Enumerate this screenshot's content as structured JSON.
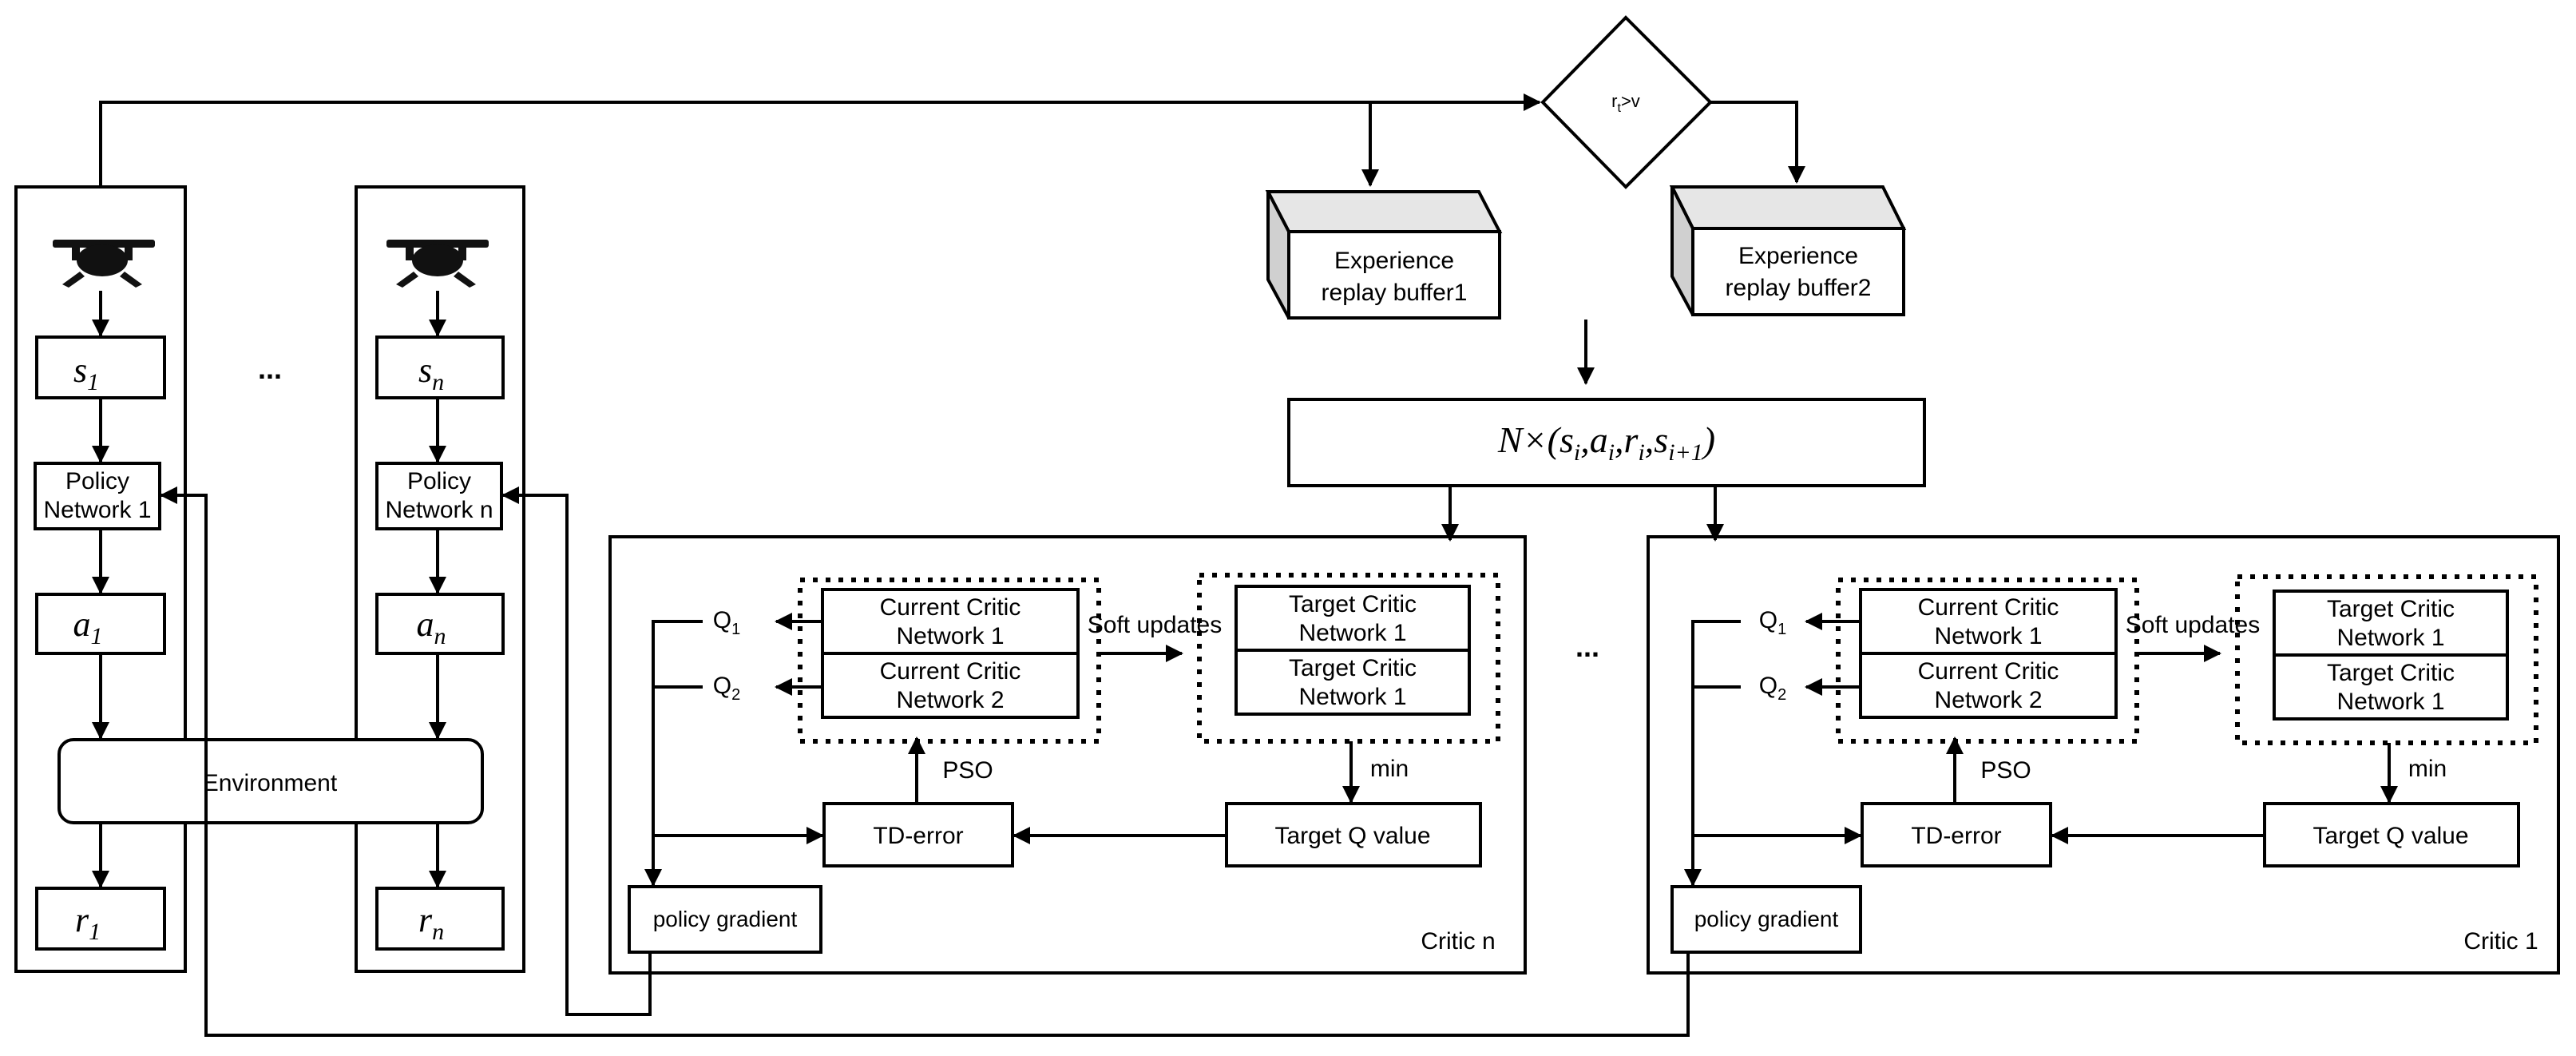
{
  "agents": [
    {
      "state_label": "s",
      "state_sub": "1",
      "policy_line1": "Policy",
      "policy_line2": "Network 1",
      "action_label": "a",
      "action_sub": "1",
      "reward_label": "r",
      "reward_sub": "1"
    },
    {
      "state_label": "s",
      "state_sub": "n",
      "policy_line1": "Policy",
      "policy_line2": "Network n",
      "action_label": "a",
      "action_sub": "n",
      "reward_label": "r",
      "reward_sub": "n"
    }
  ],
  "agents_ellipsis": "...",
  "environment_label": "Environment",
  "decision": {
    "r": "r",
    "sub": "t",
    "rest": ">v"
  },
  "buffers": [
    {
      "line1": "Experience",
      "line2": "replay buffer1"
    },
    {
      "line1": "Experience",
      "line2": "replay buffer2"
    }
  ],
  "sample": {
    "lead": "N×(",
    "s": "s",
    "i1": "i",
    "a": "a",
    "i2": "i",
    "r": "r",
    "i3": "i",
    "s2": "s",
    "i4": "i+1",
    "close": ")",
    "comma": ","
  },
  "critics": [
    {
      "name": "Critic n",
      "q1": "Q",
      "q1_sub": "1",
      "q2": "Q",
      "q2_sub": "2",
      "current1_line1": "Current Critic",
      "current1_line2": "Network 1",
      "current2_line1": "Current Critic",
      "current2_line2": "Network 2",
      "target1_line1": "Target Critic",
      "target1_line2": "Network 1",
      "target2_line1": "Target Critic",
      "target2_line2": "Network 1",
      "soft_updates": "Soft updates",
      "pso": "PSO",
      "min": "min",
      "td_error": "TD-error",
      "target_q": "Target Q value",
      "policy_gradient": "policy gradient"
    },
    {
      "name": "Critic 1",
      "q1": "Q",
      "q1_sub": "1",
      "q2": "Q",
      "q2_sub": "2",
      "current1_line1": "Current Critic",
      "current1_line2": "Network 1",
      "current2_line1": "Current Critic",
      "current2_line2": "Network 2",
      "target1_line1": "Target Critic",
      "target1_line2": "Network 1",
      "target2_line1": "Target Critic",
      "target2_line2": "Network 1",
      "soft_updates": "Soft updates",
      "pso": "PSO",
      "min": "min",
      "td_error": "TD-error",
      "target_q": "Target Q value",
      "policy_gradient": "policy gradient"
    }
  ],
  "critics_ellipsis": "..."
}
